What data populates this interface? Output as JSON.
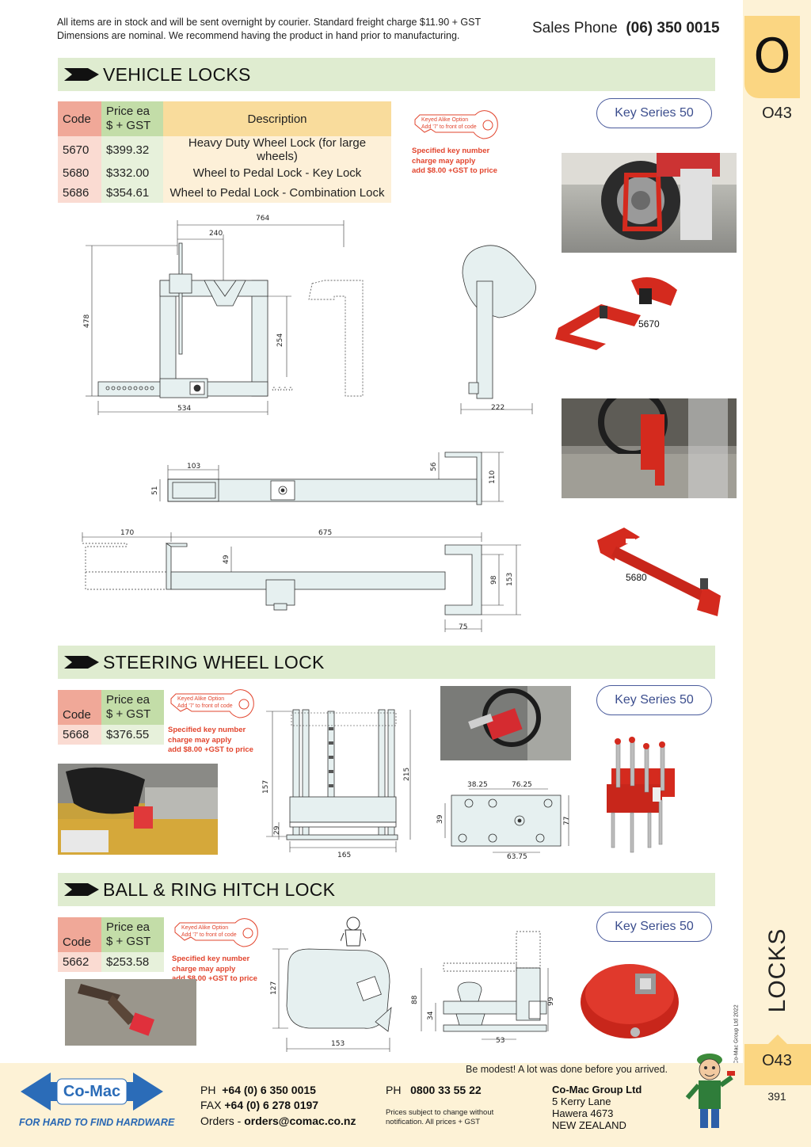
{
  "header": {
    "note_line1": "All items are in stock and will be sent overnight by courier. Standard freight charge $11.90 + GST",
    "note_line2": "Dimensions are nominal. We recommend having the product in hand prior to manufacturing.",
    "sales_label": "Sales Phone",
    "sales_number": "(06) 350 0015"
  },
  "tab": {
    "letter": "O",
    "code_top": "O43",
    "section": "LOCKS",
    "code_bottom": "O43",
    "page_number": "391",
    "copyright": "© Co-Mac Group Ltd 2022"
  },
  "vehicle_locks": {
    "title": "VEHICLE LOCKS",
    "key_series": "Key Series 50",
    "table": {
      "code_header": "Code",
      "price_header_1": "Price ea",
      "price_header_2": "$ + GST",
      "desc_header": "Description",
      "rows": [
        {
          "code": "5670",
          "price": "$399.32",
          "desc": "Heavy Duty Wheel Lock (for large wheels)"
        },
        {
          "code": "5680",
          "price": "$332.00",
          "desc": "Wheel to Pedal Lock - Key Lock"
        },
        {
          "code": "5686",
          "price": "$354.61",
          "desc": "Wheel to Pedal Lock - Combination Lock"
        }
      ]
    },
    "dims": {
      "d764": "764",
      "d240": "240",
      "d478": "478",
      "d254": "254",
      "d534": "534",
      "d222": "222",
      "d103": "103",
      "d56": "56",
      "d51": "51",
      "d110": "110",
      "d170": "170",
      "d675": "675",
      "d49": "49",
      "d98": "98",
      "d153": "153",
      "d75": "75"
    },
    "photo_labels": {
      "p5670": "5670",
      "p5680": "5680"
    }
  },
  "keyed": {
    "line1": "Keyed Alike Option",
    "line2": "Add '7' to front of code",
    "note1": "Specified key number",
    "note2": "charge may apply",
    "note3": "add $8.00 +GST to price"
  },
  "steering_lock": {
    "title": "STEERING WHEEL LOCK",
    "key_series": "Key Series 50",
    "code_header": "Code",
    "price_header_1": "Price ea",
    "price_header_2": "$ + GST",
    "code": "5668",
    "price": "$376.55",
    "dims": {
      "d157": "157",
      "d215": "215",
      "d29": "29",
      "d165": "165",
      "d3825": "38.25",
      "d7625": "76.25",
      "d39": "39",
      "d77": "77",
      "d6375": "63.75"
    }
  },
  "hitch_lock": {
    "title": "BALL & RING HITCH LOCK",
    "key_series": "Key Series 50",
    "code_header": "Code",
    "price_header_1": "Price ea",
    "price_header_2": "$ + GST",
    "code": "5662",
    "price": "$253.58",
    "dims": {
      "d127": "127",
      "d153": "153",
      "d88": "88",
      "d34": "34",
      "d99": "99",
      "d53": "53"
    }
  },
  "footer": {
    "modest": "Be modest! A lot was done before you arrived.",
    "brand": "Co-Mac",
    "tagline": "FOR HARD TO FIND HARDWARE",
    "ph_label": "PH",
    "ph_number": "+64 (0) 6 350 0015",
    "fax_label": "FAX",
    "fax_number": "+64 (0) 6 278 0197",
    "orders_label": "Orders -",
    "orders_email": "orders@comac.co.nz",
    "ph2_label": "PH",
    "ph2_number": "0800 33 55 22",
    "prices_note1": "Prices subject to change without",
    "prices_note2": "notification. All prices + GST",
    "company": "Co-Mac Group Ltd",
    "addr1": "5 Kerry Lane",
    "addr2": "Hawera 4673",
    "addr3": "NEW ZEALAND"
  },
  "colors": {
    "section_bar": "#dfecd0",
    "tab_bg": "#fdf2d6",
    "tab_accent": "#fbd682",
    "product_red": "#d42a1e",
    "key_blue": "#4a5b9c",
    "keyed_red": "#e2452e"
  }
}
